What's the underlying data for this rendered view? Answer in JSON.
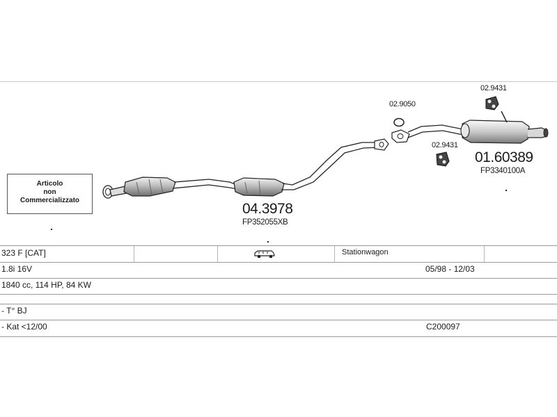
{
  "notice": {
    "line1": "Articolo",
    "line2": "non",
    "line3": "Commercializzato"
  },
  "parts": {
    "catalyst_section": {
      "code": "04.3978",
      "ref": "FP352055XB"
    },
    "gasket_front": {
      "code": "02.9050"
    },
    "rubber_mount_top": {
      "code": "02.9431"
    },
    "rubber_mount_bottom": {
      "code": "02.9431"
    },
    "rear_silencer": {
      "code": "01.60389",
      "ref": "FP3340100A"
    }
  },
  "table": {
    "row1": {
      "model": "323 F  [CAT]",
      "vehicle_icon": "station-wagon-icon",
      "body": "Stationwagon"
    },
    "row2": {
      "engine": "1.8i 16V",
      "years": "05/98 - 12/03"
    },
    "row3": {
      "specs": "1840 cc, 114 HP, 84 KW"
    },
    "row4": {
      "note": "- T° BJ"
    },
    "row5": {
      "note": "- Kat <12/00",
      "diagram_code": "C200097"
    }
  },
  "colors": {
    "line": "#222222",
    "part_fill": "#cfcfcf",
    "part_dark": "#7a7a7a",
    "table_line": "#9a9a9a"
  }
}
